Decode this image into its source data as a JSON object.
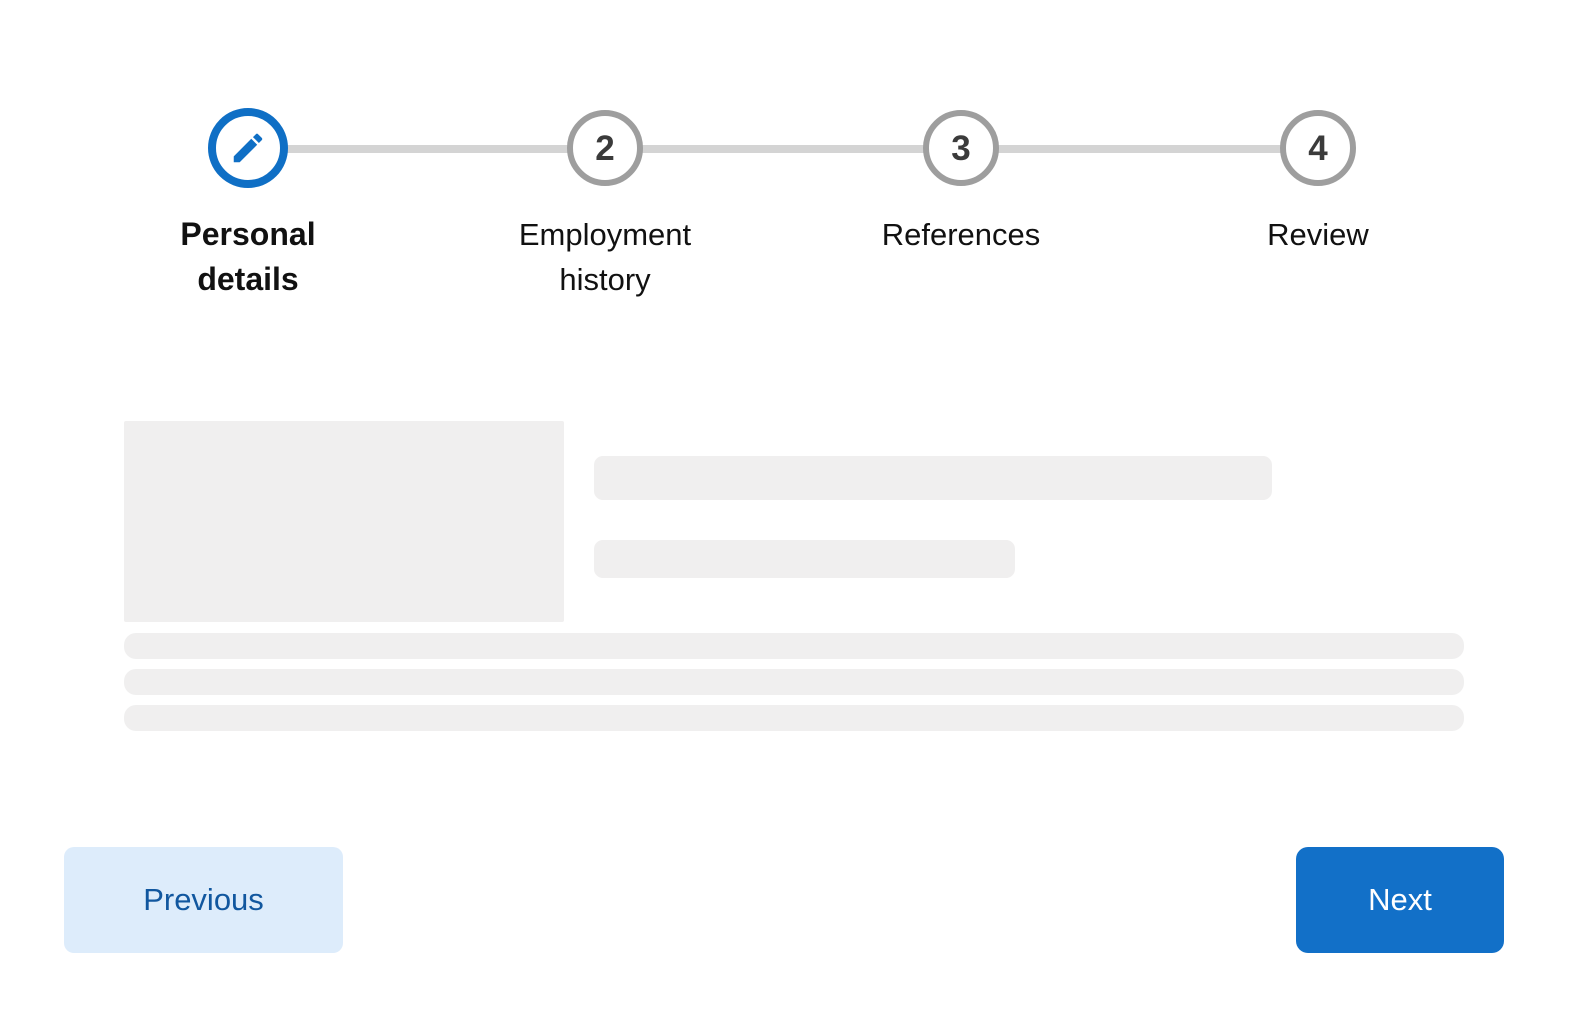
{
  "colors": {
    "page_bg": "#ffffff",
    "accent_blue": "#0f6fc5",
    "inactive_circle_border": "#9e9e9e",
    "inactive_number": "#3b3b3b",
    "connector": "#d4d4d4",
    "label_text": "#111111",
    "skeleton": "#f0efef",
    "previous_button_bg": "#ddecfb",
    "previous_button_text": "#11579f",
    "next_button_bg": "#1270c8",
    "next_button_text": "#ffffff"
  },
  "stepper": {
    "steps": [
      {
        "label": "Personal details",
        "state": "active",
        "icon": "pencil-icon"
      },
      {
        "label": "Employment history",
        "number": "2",
        "state": "upcoming"
      },
      {
        "label": "References",
        "number": "3",
        "state": "upcoming"
      },
      {
        "label": "Review",
        "number": "4",
        "state": "upcoming"
      }
    ]
  },
  "footer": {
    "previous_label": "Previous",
    "next_label": "Next"
  }
}
